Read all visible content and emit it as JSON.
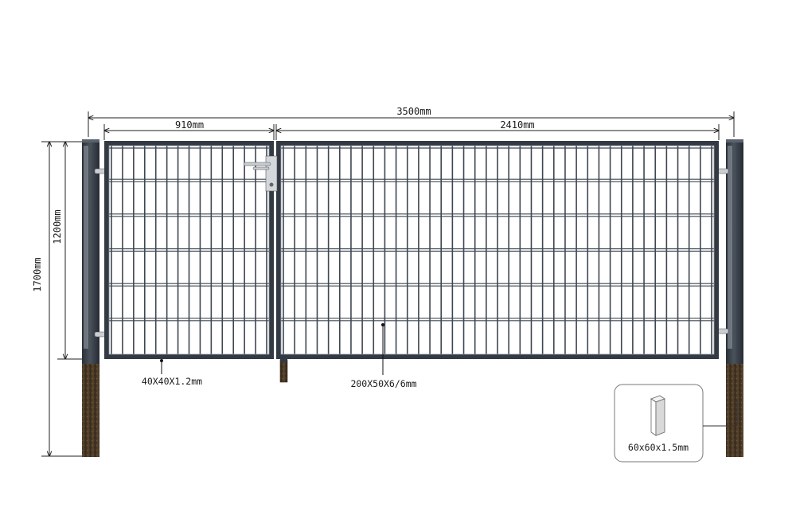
{
  "dimensions": {
    "total_width": "3500mm",
    "left_leaf_width": "910mm",
    "right_leaf_width": "2410mm",
    "total_height": "1700mm",
    "gate_height": "1200mm"
  },
  "annotations": {
    "frame_profile": "40X40X1.2mm",
    "mesh_spec": "200X50X6/6mm",
    "post_profile": "60x60x1.5mm"
  },
  "colors": {
    "frame": "#333a44",
    "mesh": "#3f4650",
    "post": "#2f353e",
    "post_ground": "#4a3a26",
    "dimension_line": "#222222"
  }
}
